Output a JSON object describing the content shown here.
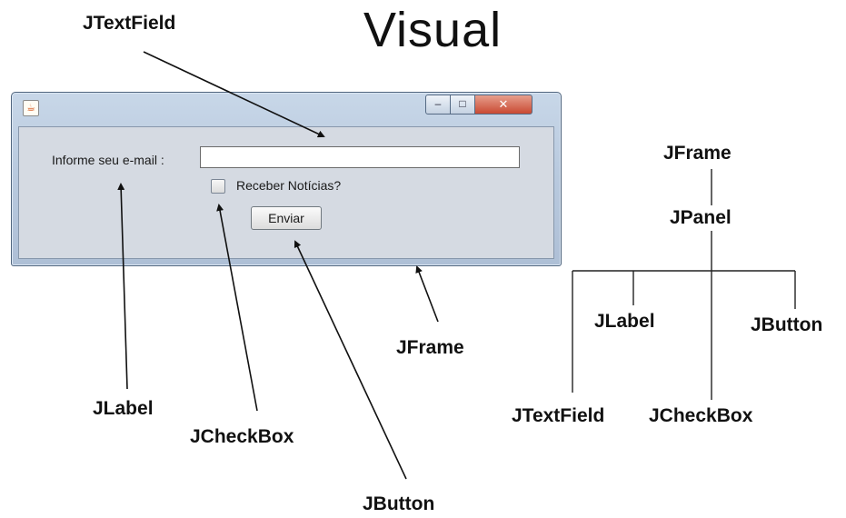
{
  "heading": "Visual",
  "window": {
    "label_email": "Informe seu e-mail :",
    "email_value": "",
    "checkbox_label": "Receber Notícias?",
    "checkbox_checked": false,
    "button_label": "Enviar",
    "title_buttons": {
      "minimize": "–",
      "maximize": "□",
      "close": "✕"
    }
  },
  "callouts": {
    "jtextfield": "JTextField",
    "jlabel": "JLabel",
    "jcheckbox": "JCheckBox",
    "jbutton": "JButton",
    "jframe": "JFrame"
  },
  "tree": {
    "root": "JFrame",
    "panel": "JPanel",
    "children": [
      "JTextField",
      "JLabel",
      "JCheckBox",
      "JButton"
    ]
  }
}
